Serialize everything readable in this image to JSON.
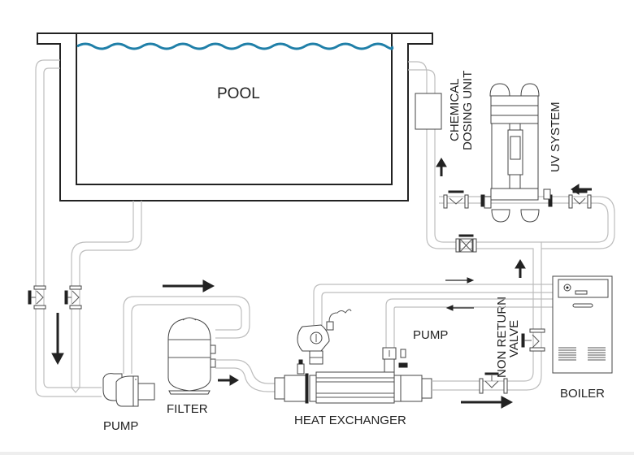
{
  "diagram": {
    "title": "Pool heating and treatment circuit",
    "colors": {
      "water": "#1f7fa8",
      "outline": "#222222",
      "pipe": "#bdbdbd",
      "arrow": "#222222"
    },
    "labels": {
      "pool": "POOL",
      "chemical_dosing_line1": "CHEMICAL",
      "chemical_dosing_line2": "DOSING UNIT",
      "uv_system": "UV SYSTEM",
      "pump_main": "PUMP",
      "filter": "FILTER",
      "heat_exchanger": "HEAT EXCHANGER",
      "pump_secondary": "PUMP",
      "non_return_line1": "NON RETURN",
      "non_return_line2": "VALVE",
      "boiler": "BOILER"
    },
    "components": [
      {
        "id": "pool",
        "name": "Pool"
      },
      {
        "id": "pump-main",
        "name": "Pump"
      },
      {
        "id": "filter",
        "name": "Filter"
      },
      {
        "id": "heat-exchanger",
        "name": "Heat Exchanger"
      },
      {
        "id": "circulation-pump",
        "name": "Pump"
      },
      {
        "id": "non-return-valve",
        "name": "Non Return Valve"
      },
      {
        "id": "boiler",
        "name": "Boiler"
      },
      {
        "id": "uv-system",
        "name": "UV System"
      },
      {
        "id": "chemical-dosing-unit",
        "name": "Chemical Dosing Unit"
      }
    ],
    "flow_arrows": [
      {
        "id": "down-from-pool",
        "direction": "down"
      },
      {
        "id": "pump-to-filter",
        "direction": "right"
      },
      {
        "id": "filter-to-hx",
        "direction": "right"
      },
      {
        "id": "hx-outlet",
        "direction": "right"
      },
      {
        "id": "boiler-flow",
        "direction": "right"
      },
      {
        "id": "boiler-return",
        "direction": "left"
      },
      {
        "id": "up-to-uv",
        "direction": "up"
      },
      {
        "id": "uv-inlet",
        "direction": "left"
      },
      {
        "id": "up-to-dosing",
        "direction": "up"
      }
    ]
  }
}
